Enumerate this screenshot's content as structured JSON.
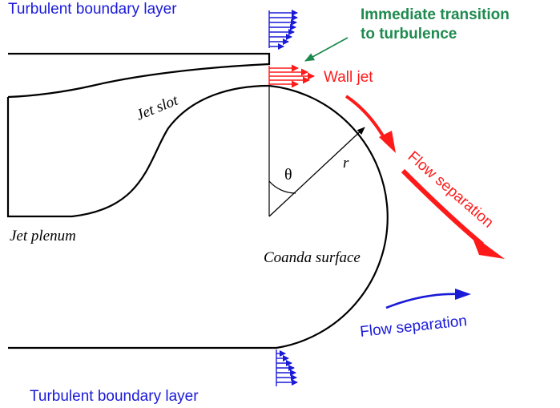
{
  "labels": {
    "top_boundary_layer": "Turbulent boundary layer",
    "bottom_boundary_layer": "Turbulent boundary layer",
    "transition_line1": "Immediate transition",
    "transition_line2": "to turbulence",
    "wall_jet": "Wall jet",
    "jet_slot": "Jet slot",
    "jet_plenum": "Jet plenum",
    "theta": "θ",
    "radius": "r",
    "coanda_surface": "Coanda surface",
    "flow_separation_red": "Flow separation",
    "flow_separation_blue": "Flow separation"
  },
  "colors": {
    "outline": "#000000",
    "boundary_layer_blue": "#1a1ad9",
    "wall_jet_red": "#ff1a1a",
    "transition_green": "#1f8a4f"
  }
}
